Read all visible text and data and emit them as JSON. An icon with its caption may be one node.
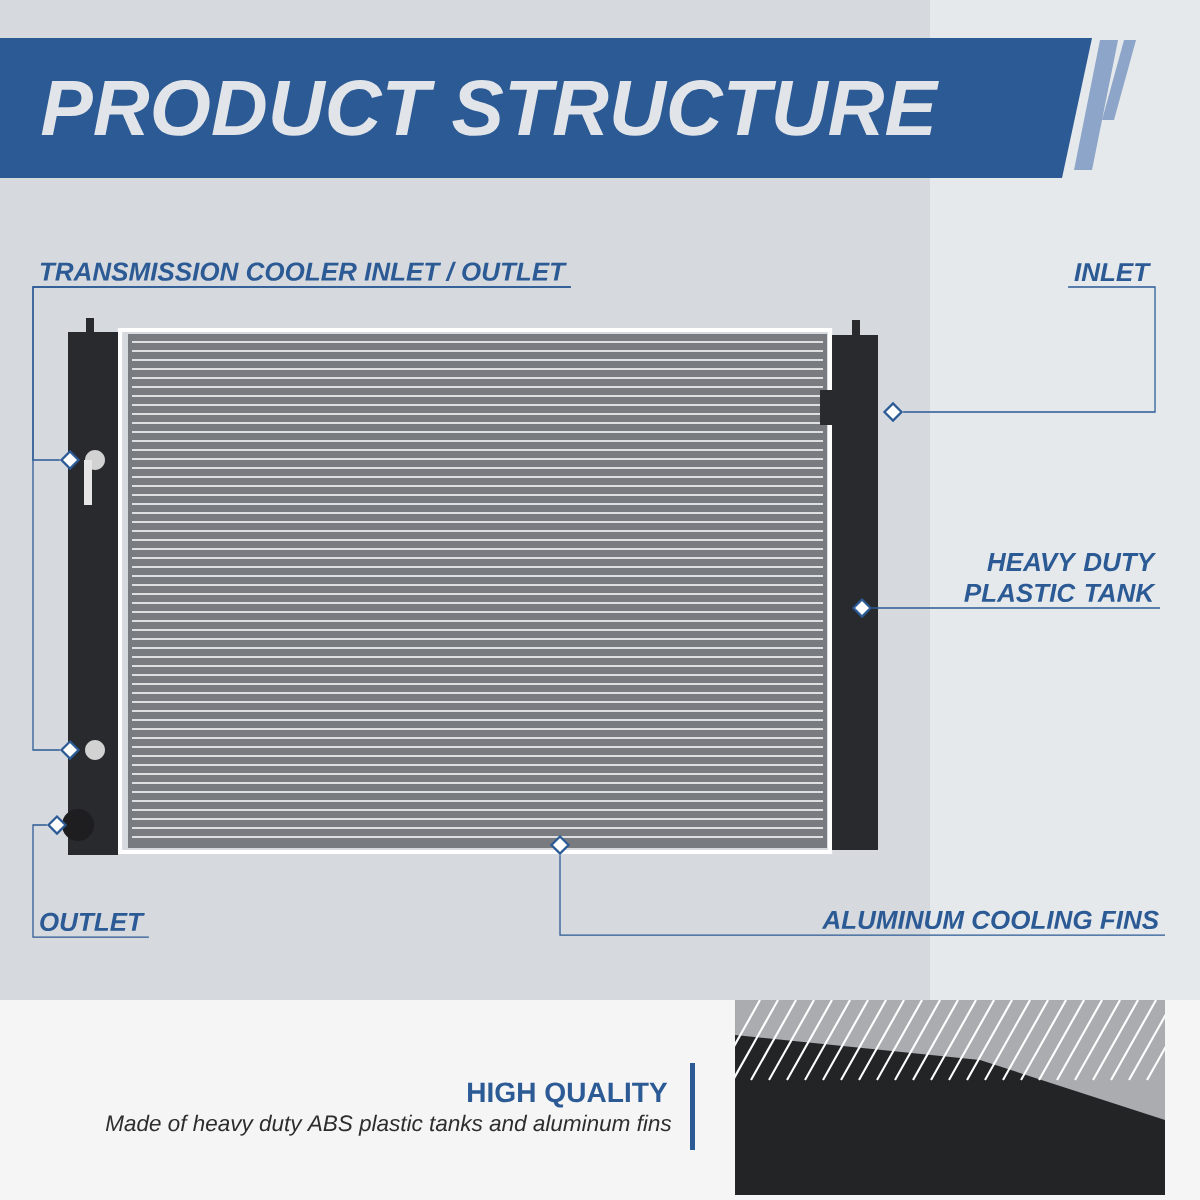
{
  "diagram": {
    "title": "PRODUCT STRUCTURE",
    "nodes": [
      {
        "text": [
          "TRANSMISSION COOLER INLET / OUTLET"
        ]
      },
      {
        "text": [
          "INLET"
        ]
      },
      {
        "text": [
          "HEAVY DUTY PLASTIC TANK"
        ]
      },
      {
        "text": [
          "OUTLET"
        ]
      },
      {
        "text": [
          "ALUMINUM COOLING FINS"
        ]
      },
      {
        "text": [],
        "shape": "diamond"
      },
      {
        "text": [],
        "shape": "diamond"
      },
      {
        "text": [],
        "shape": "diamond"
      },
      {
        "text": [],
        "shape": "diamond"
      },
      {
        "text": [],
        "shape": "diamond"
      },
      {
        "text": [],
        "shape": "diamond"
      }
    ],
    "edges": [
      {
        "from": 0,
        "to": 6,
        "arrow": "none"
      },
      {
        "from": 0,
        "to": 8,
        "arrow": "none"
      },
      {
        "from": 1,
        "to": 5,
        "arrow": "none"
      },
      {
        "from": 2,
        "to": 7,
        "arrow": "none"
      },
      {
        "from": 3,
        "to": 9,
        "arrow": "none"
      },
      {
        "from": 4,
        "to": 10,
        "arrow": "none"
      }
    ],
    "labels": [
      "HIGH QUALITY",
      "Made of heavy duty ABS plastic tanks and aluminum fins"
    ]
  }
}
